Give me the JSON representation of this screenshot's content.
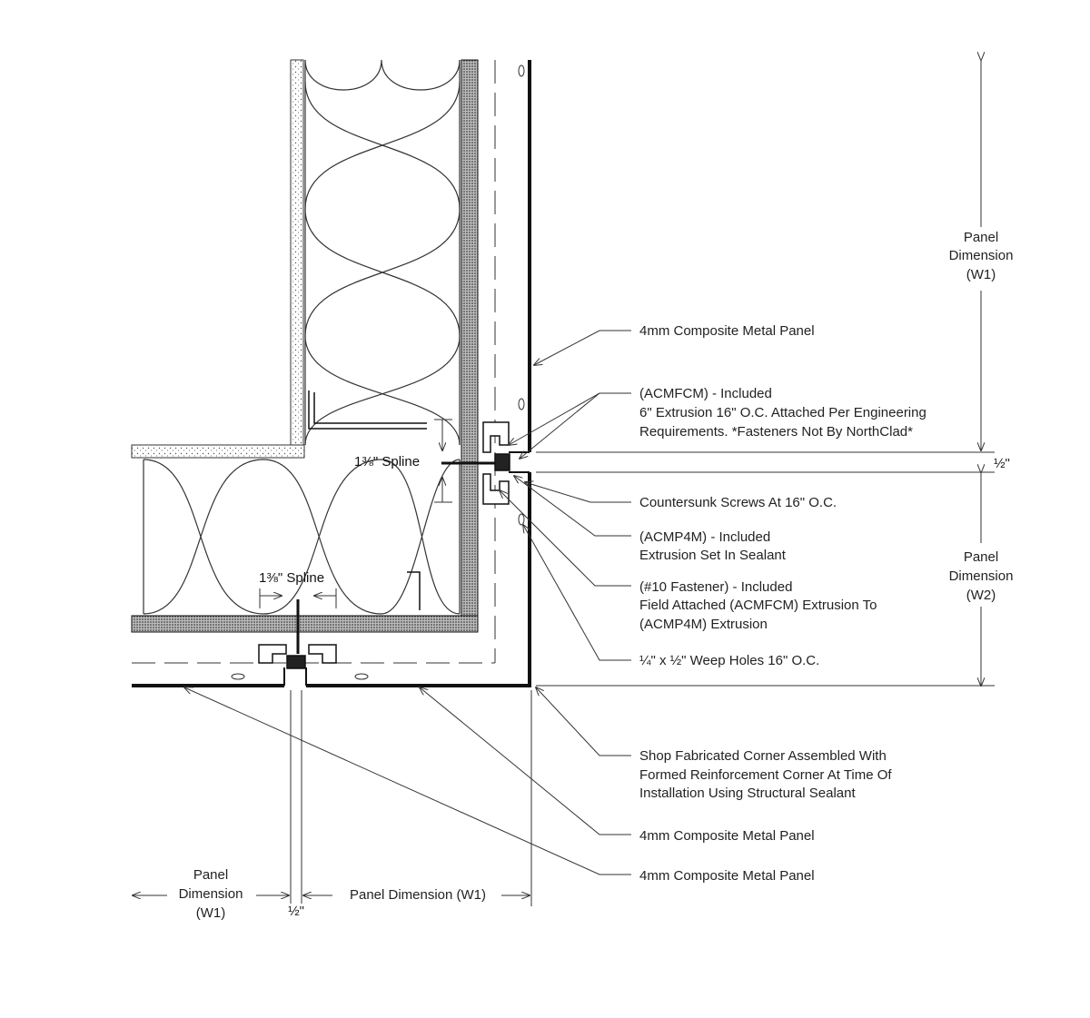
{
  "labels": {
    "panel_top": "4mm Composite Metal Panel",
    "acmfcm_1": "(ACMFCM) - Included",
    "acmfcm_2": "6\" Extrusion 16\" O.C. Attached Per Engineering",
    "acmfcm_3": "Requirements. *Fasteners Not By NorthClad*",
    "screws": "Countersunk Screws At 16\" O.C.",
    "acmp4m_1": "(ACMP4M) - Included",
    "acmp4m_2": "Extrusion Set In Sealant",
    "fastener_1": "(#10 Fastener) - Included",
    "fastener_2": "Field Attached (ACMFCM) Extrusion To",
    "fastener_3": "(ACMP4M) Extrusion",
    "weep": "¼\" x ½\" Weep Holes 16\" O.C.",
    "corner_1": "Shop Fabricated Corner Assembled With",
    "corner_2": "Formed Reinforcement Corner At Time Of",
    "corner_3": "Installation Using Structural Sealant",
    "panel_bot_1": "4mm Composite Metal Panel",
    "panel_bot_2": "4mm Composite Metal Panel"
  },
  "dimensions": {
    "w1_right_1": "Panel",
    "w1_right_2": "Dimension",
    "w1_right_3": "(W1)",
    "half_right": "½\"",
    "w2_right_1": "Panel",
    "w2_right_2": "Dimension",
    "w2_right_3": "(W2)",
    "w1_left_1": "Panel",
    "w1_left_2": "Dimension",
    "w1_left_3": "(W1)",
    "half_bottom": "½\"",
    "w1_bottom": "Panel Dimension (W1)"
  },
  "splines": {
    "upper": "1⅜\" Spline",
    "lower": "1⅜\" Spline"
  }
}
